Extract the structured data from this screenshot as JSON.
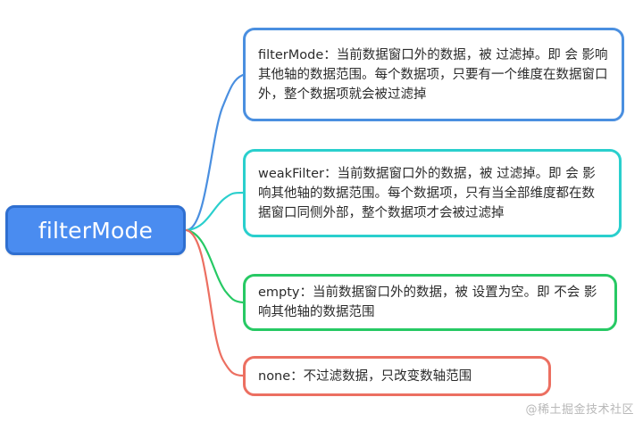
{
  "diagram": {
    "type": "mindmap",
    "root": {
      "label": "filterMode",
      "fill_color": "#4a8cf0",
      "border_color": "#2f6fd0",
      "text_color": "#ffffff"
    },
    "branches": [
      {
        "id": "filterMode",
        "label": "filterMode：当前数据窗口外的数据，被 过滤掉。即 会 影响其他轴的数据范围。每个数据项，只要有一个维度在数据窗口外，整个数据项就会被过滤掉",
        "accent_color": "#4a8fe0",
        "connector_color": "#4a8fe0"
      },
      {
        "id": "weakFilter",
        "label": "weakFilter：当前数据窗口外的数据，被 过滤掉。即 会 影响其他轴的数据范围。每个数据项，只有当全部维度都在数据窗口同侧外部，整个数据项才会被过滤掉",
        "accent_color": "#2acfcd",
        "connector_color": "#2acfcd"
      },
      {
        "id": "empty",
        "label": "empty：当前数据窗口外的数据，被 设置为空。即 不会 影响其他轴的数据范围",
        "accent_color": "#27c964",
        "connector_color": "#27c964"
      },
      {
        "id": "none",
        "label": "none：不过滤数据，只改变数轴范围",
        "accent_color": "#ec6f61",
        "connector_color": "#ec6f61"
      }
    ]
  },
  "watermark": {
    "text": "@稀土掘金技术社区"
  }
}
